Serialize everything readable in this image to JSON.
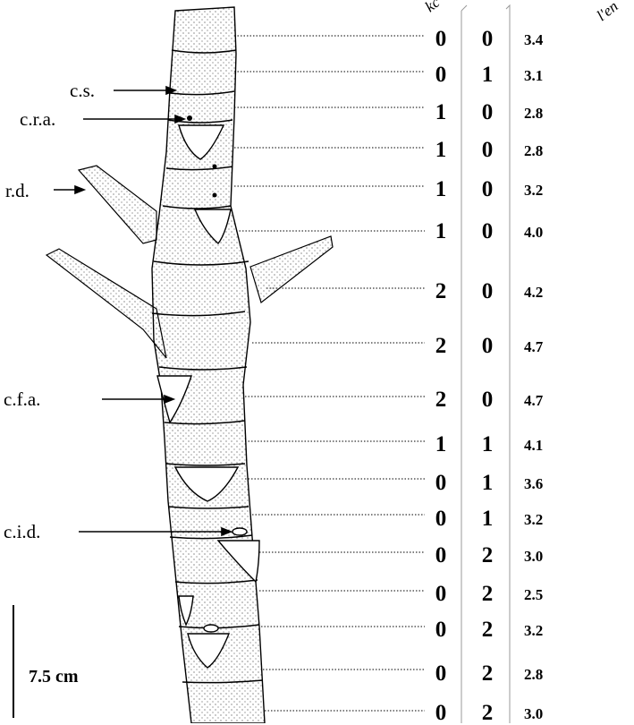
{
  "header_fragments": {
    "col1": "kc",
    "col3_line2": "l'en"
  },
  "annotations": [
    {
      "id": "cs",
      "text": "c.s."
    },
    {
      "id": "cra",
      "text": "c.r.a."
    },
    {
      "id": "rd",
      "text": "r.d."
    },
    {
      "id": "cfa",
      "text": "c.f.a."
    },
    {
      "id": "cid",
      "text": "c.i.d."
    }
  ],
  "scale": {
    "label": "7.5 cm"
  },
  "rows": [
    {
      "a": "0",
      "b": "0",
      "c": "3.4"
    },
    {
      "a": "0",
      "b": "1",
      "c": "3.1"
    },
    {
      "a": "1",
      "b": "0",
      "c": "2.8"
    },
    {
      "a": "1",
      "b": "0",
      "c": "2.8"
    },
    {
      "a": "1",
      "b": "0",
      "c": "3.2"
    },
    {
      "a": "1",
      "b": "0",
      "c": "4.0"
    },
    {
      "a": "2",
      "b": "0",
      "c": "4.2"
    },
    {
      "a": "2",
      "b": "0",
      "c": "4.7"
    },
    {
      "a": "2",
      "b": "0",
      "c": "4.7"
    },
    {
      "a": "1",
      "b": "1",
      "c": "4.1"
    },
    {
      "a": "0",
      "b": "1",
      "c": "3.6"
    },
    {
      "a": "0",
      "b": "1",
      "c": "3.2"
    },
    {
      "a": "0",
      "b": "2",
      "c": "3.0"
    },
    {
      "a": "0",
      "b": "2",
      "c": "2.5"
    },
    {
      "a": "0",
      "b": "2",
      "c": "3.2"
    },
    {
      "a": "0",
      "b": "2",
      "c": "2.8"
    },
    {
      "a": "0",
      "b": "2",
      "c": "3.0"
    }
  ]
}
